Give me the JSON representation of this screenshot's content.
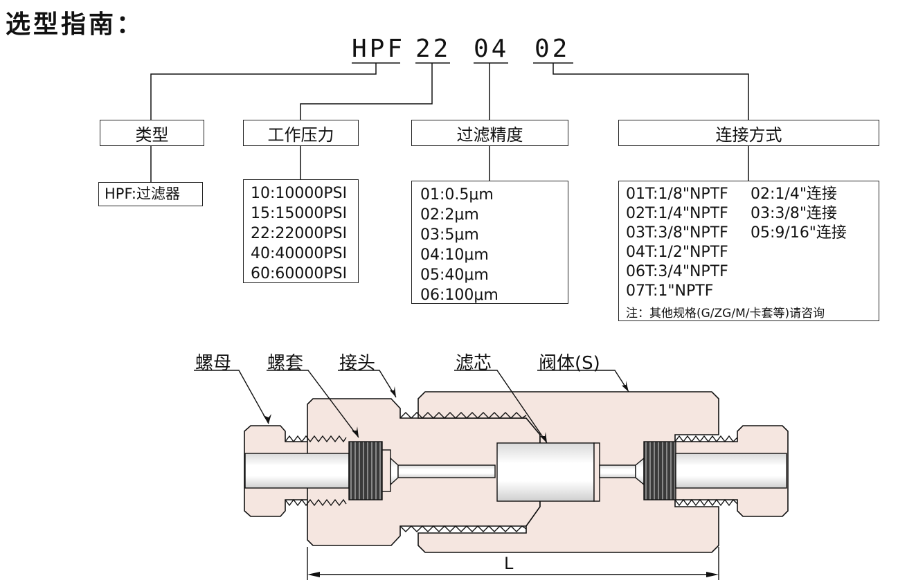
{
  "title": "选型指南：",
  "code": {
    "p1": "HPF",
    "p2": "22",
    "p3": "04",
    "p4": "02"
  },
  "sections": {
    "type": {
      "header": "类型",
      "options": [
        "HPF:过滤器"
      ]
    },
    "pressure": {
      "header": "工作压力",
      "options": [
        "10:10000PSI",
        "15:15000PSI",
        "22:22000PSI",
        "40:40000PSI",
        "60:60000PSI"
      ]
    },
    "filter": {
      "header": "过滤精度",
      "options": [
        "01:0.5μm",
        "02:2μm",
        "03:5μm",
        "04:10μm",
        "05:40μm",
        "06:100μm"
      ]
    },
    "connection": {
      "header": "连接方式",
      "left": [
        "01T:1/8\"NPTF",
        "02T:1/4\"NPTF",
        "03T:3/8\"NPTF",
        "04T:1/2\"NPTF",
        "06T:3/4\"NPTF",
        "07T:1\"NPTF"
      ],
      "right": [
        "02:1/4\"连接",
        "03:3/8\"连接",
        "05:9/16\"连接"
      ],
      "note": "注：其他规格(G/ZG/M/卡套等)请咨询"
    }
  },
  "parts": {
    "nut": "螺母",
    "sleeve": "螺套",
    "joint": "接头",
    "core": "滤芯",
    "body": "阀体(S)",
    "length": "L"
  },
  "colors": {
    "fill": "#f5e6e0",
    "line": "#111111"
  }
}
